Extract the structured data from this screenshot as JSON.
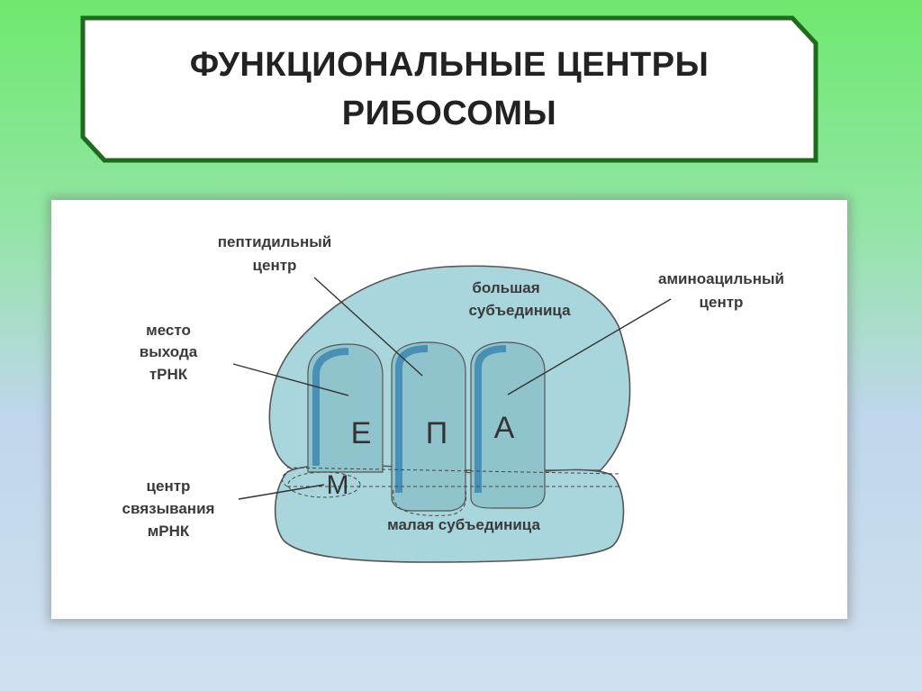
{
  "title": {
    "line1": "ФУНКЦИОНАЛЬНЫЕ ЦЕНТРЫ",
    "line2": "РИБОСОМЫ"
  },
  "diagram": {
    "labels": {
      "peptidyl": [
        "пептидильный",
        "центр"
      ],
      "large_subunit": [
        "большая",
        "субъединица"
      ],
      "aminoacyl": [
        "аминоацильный",
        "центр"
      ],
      "exit_site": [
        "место",
        "выхода",
        "тРНК"
      ],
      "mrna_binding": [
        "центр",
        "связывания",
        "мРНК"
      ],
      "small_subunit": [
        "малая субъединица"
      ]
    },
    "sites": {
      "e": "Е",
      "p": "П",
      "a": "А",
      "m": "М"
    }
  },
  "colors": {
    "title_border": "#1e6b1e",
    "subunit_fill": "#a9d6dc",
    "subunit_stroke": "#555555",
    "site_fill": "#8fc4cc",
    "site_rim": "#4a8fb5"
  }
}
